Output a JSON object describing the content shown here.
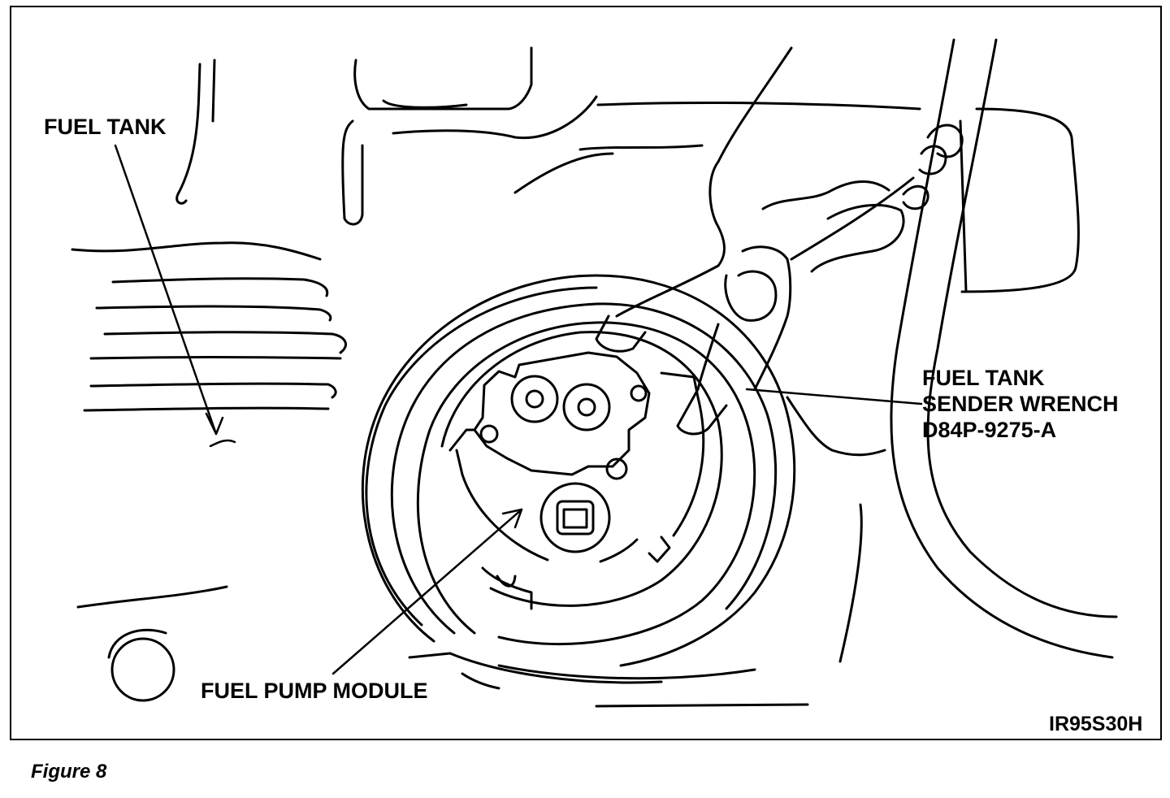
{
  "diagram": {
    "callouts": {
      "fuel_tank": "FUEL TANK",
      "sender_wrench_line1": "FUEL TANK",
      "sender_wrench_line2": "SENDER WRENCH",
      "sender_wrench_part": "D84P-9275-A",
      "fuel_pump_module": "FUEL PUMP MODULE"
    },
    "reference_code": "IR95S30H"
  },
  "caption": "Figure 8"
}
